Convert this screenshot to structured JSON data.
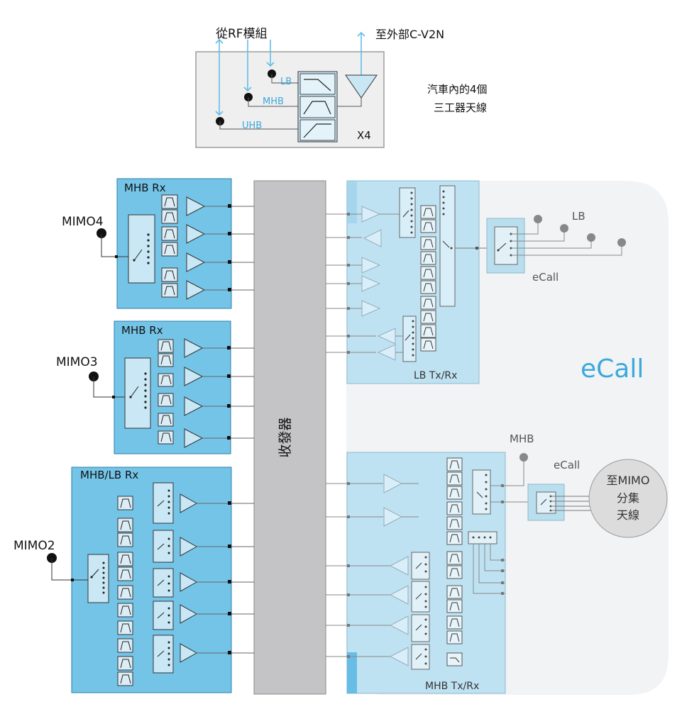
{
  "triplexer": {
    "from_rf": "從RF模組",
    "to_external": "至外部C-V2N",
    "band_lb": "LB",
    "band_mhb": "MHB",
    "band_uhb": "UHB",
    "count": "X4",
    "note_line1": "汽車內的4個",
    "note_line2": "三工器天線"
  },
  "blocks": {
    "rx1_title": "MHB Rx",
    "rx2_title": "MHB Rx",
    "rx3_title": "MHB/LB Rx",
    "transceiver": "收發器",
    "lb_trx": "LB Tx/Rx",
    "mhb_trx": "MHB Tx/Rx"
  },
  "antennas": {
    "mimo4": "MIMO4",
    "mimo3": "MIMO3",
    "mimo2": "MIMO2",
    "lb": "LB",
    "mhb": "MHB",
    "ecall_small_1": "eCall",
    "ecall_small_2": "eCall",
    "ecall_big": "eCall",
    "mimo_div_1": "至MIMO",
    "mimo_div_2": "分集",
    "mimo_div_3": "天線"
  },
  "colors": {
    "rx_fill": "#74c4e8",
    "trx_fill": "#bfe2f2",
    "ecall_area": "#f2f3f5",
    "transceiver": "#c4c4c6",
    "accent_text": "#3aa9dc",
    "link_blue": "#4fb3e0"
  }
}
